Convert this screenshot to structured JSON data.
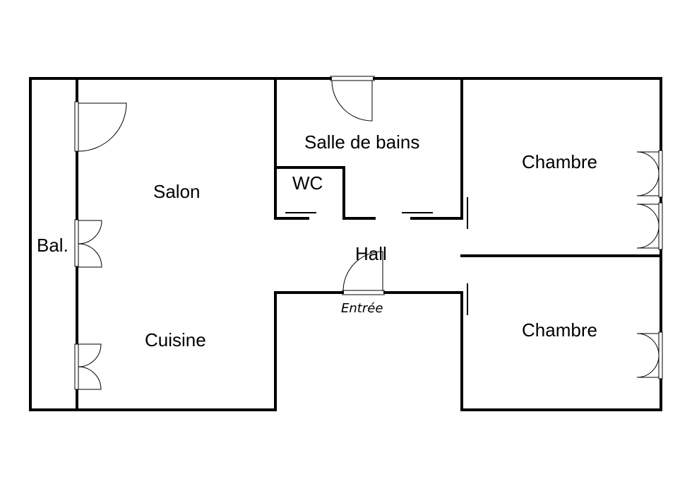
{
  "rooms": {
    "balcony": "Bal.",
    "salon": "Salon",
    "cuisine": "Cuisine",
    "salle_de_bains": "Salle de bains",
    "wc": "WC",
    "hall": "Hall",
    "chambre_1": "Chambre",
    "chambre_2": "Chambre"
  },
  "entry_label": "Entrée"
}
